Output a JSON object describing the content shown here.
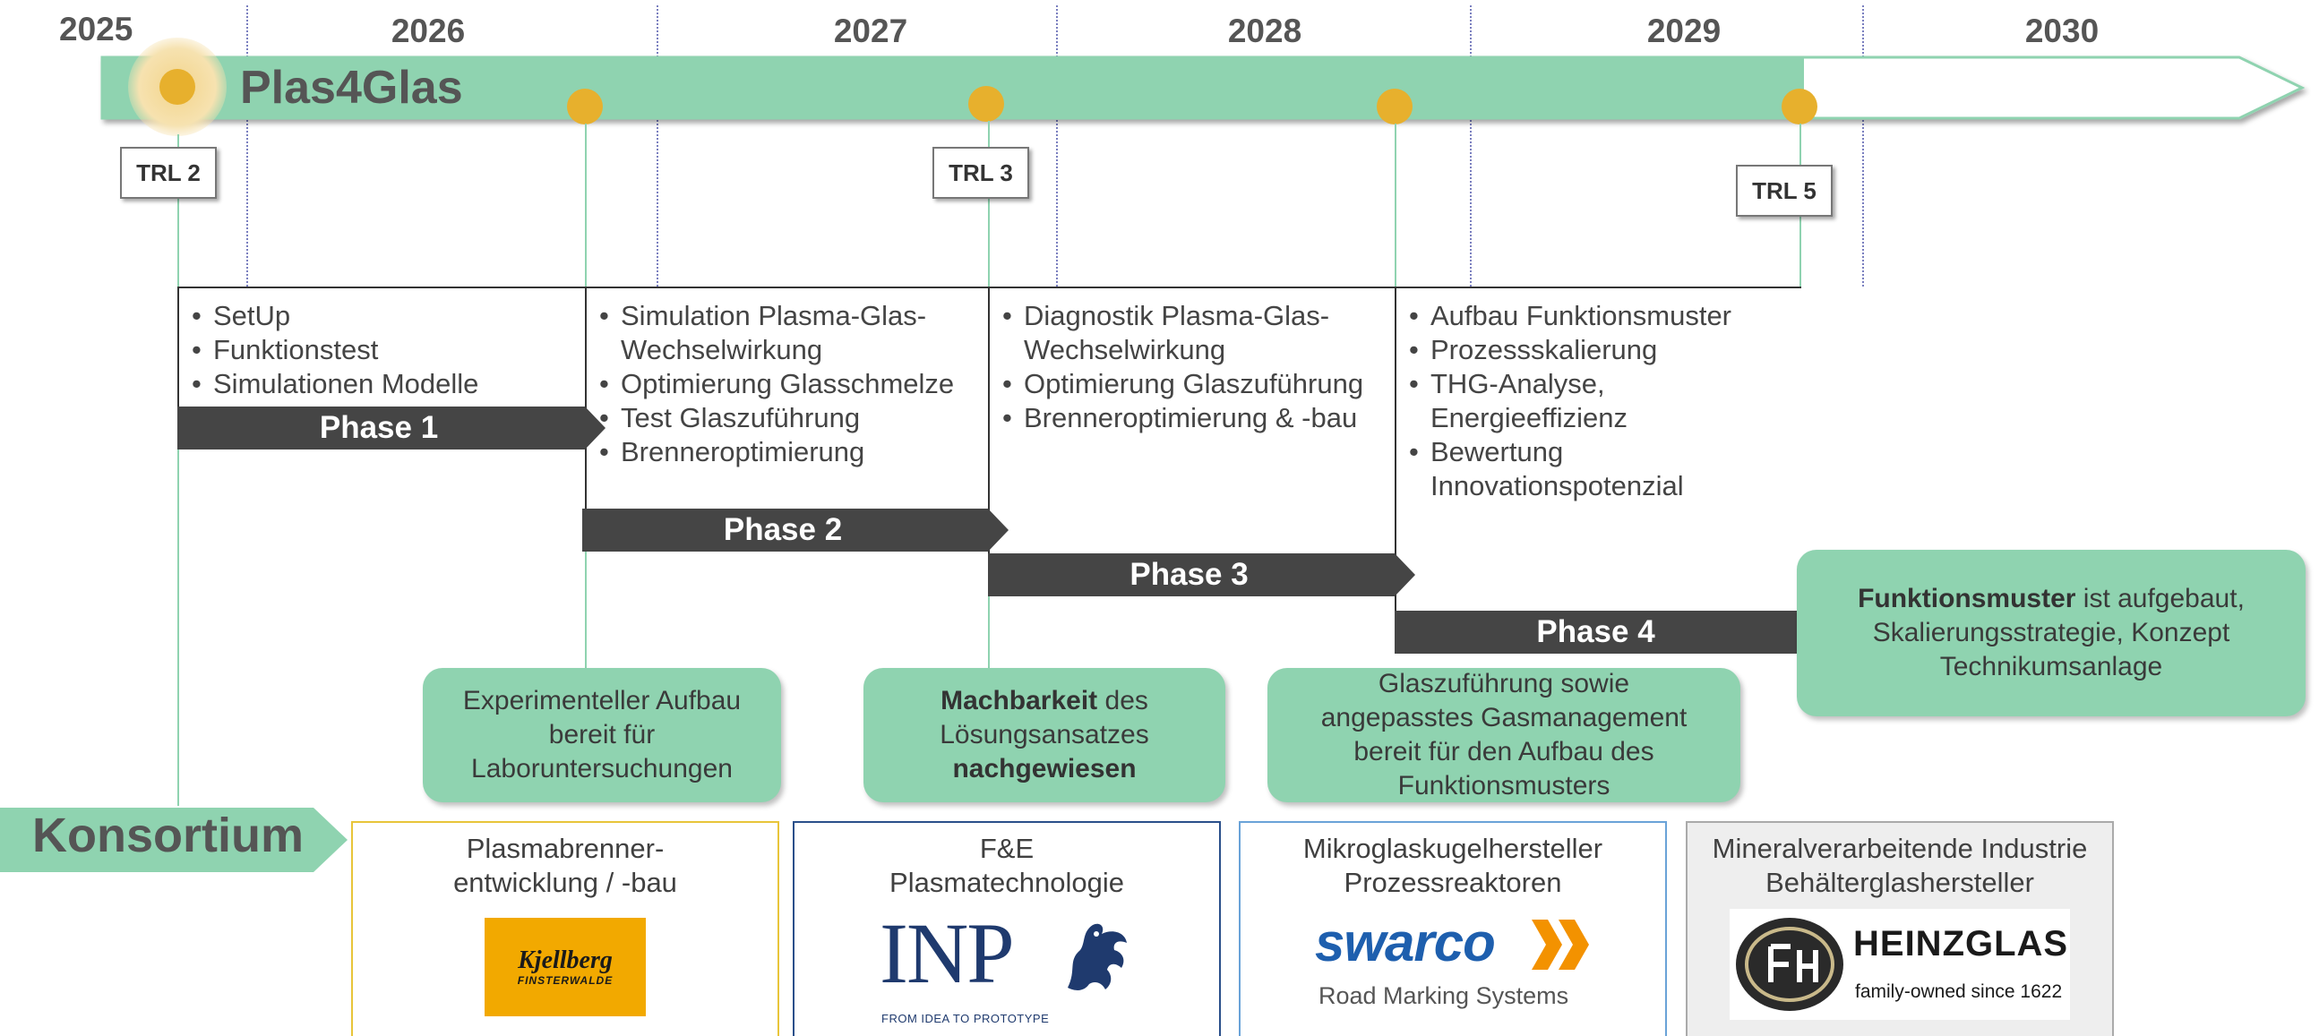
{
  "timeline": {
    "title": "Plas4Glas",
    "years": [
      "2025",
      "2026",
      "2027",
      "2028",
      "2029",
      "2030"
    ]
  },
  "trl": [
    "TRL 2",
    "TRL 3",
    "TRL 5"
  ],
  "phases": [
    {
      "label": "Phase 1",
      "items": [
        "SetUp",
        "Funktionstest",
        "Simulationen Modelle"
      ]
    },
    {
      "label": "Phase 2",
      "items": [
        "Simulation Plasma-Glas-Wechselwirkung",
        "Optimierung Glasschmelze",
        "Test Glaszuführung",
        "Brenneroptimierung"
      ]
    },
    {
      "label": "Phase 3",
      "items": [
        "Diagnostik Plasma-Glas-Wechselwirkung",
        "Optimierung Glaszuführung",
        "Brenneroptimierung & -bau"
      ]
    },
    {
      "label": "Phase 4",
      "items": [
        "Aufbau Funktionsmuster",
        "Prozessskalierung",
        "THG-Analyse, Energieeffizienz",
        "Bewertung Innovationspotenzial"
      ]
    }
  ],
  "milestones": {
    "m1": {
      "text": "Experimenteller Aufbau bereit für Laboruntersuchungen"
    },
    "m2": {
      "bold1": "Machbarkeit",
      "text1": " des Lösungsansatzes",
      "bold2": "nachgewiesen"
    },
    "m3": {
      "text": "Glaszuführung sowie angepasstes Gasmanagement bereit für den Aufbau des Funktionsmusters"
    },
    "m4": {
      "bold": "Funktionsmuster",
      "text": " ist aufgebaut, Skalierungsstrategie, Konzept Technikumsanlage"
    }
  },
  "consortium": {
    "title": "Konsortium",
    "partners": [
      {
        "role_line1": "Plasmabrenner-",
        "role_line2": "entwicklung / -bau",
        "logo_name": "Kjellberg",
        "logo_sub": "FINSTERWALDE",
        "border": "#e8c53a"
      },
      {
        "role_line1": "F&E",
        "role_line2": "Plasmatechnologie",
        "logo_name": "INP",
        "logo_sub": "FROM IDEA TO PROTOTYPE",
        "border": "#2a4f8a"
      },
      {
        "role_line1": "Mikroglaskugelhersteller",
        "role_line2": "Prozessreaktoren",
        "logo_name": "swarco",
        "logo_sub": "Road Marking Systems",
        "border": "#6aa3d8"
      },
      {
        "role_line1": "Mineralverarbeitende Industrie",
        "role_line2": "Behälterglashersteller",
        "logo_name": "HEINZGLAS",
        "logo_sub": "family-owned since 1622",
        "border": "#aaaaaa"
      }
    ]
  },
  "colors": {
    "green": "#8fd3b0",
    "dark": "#454545",
    "gold": "#e7b02d"
  }
}
